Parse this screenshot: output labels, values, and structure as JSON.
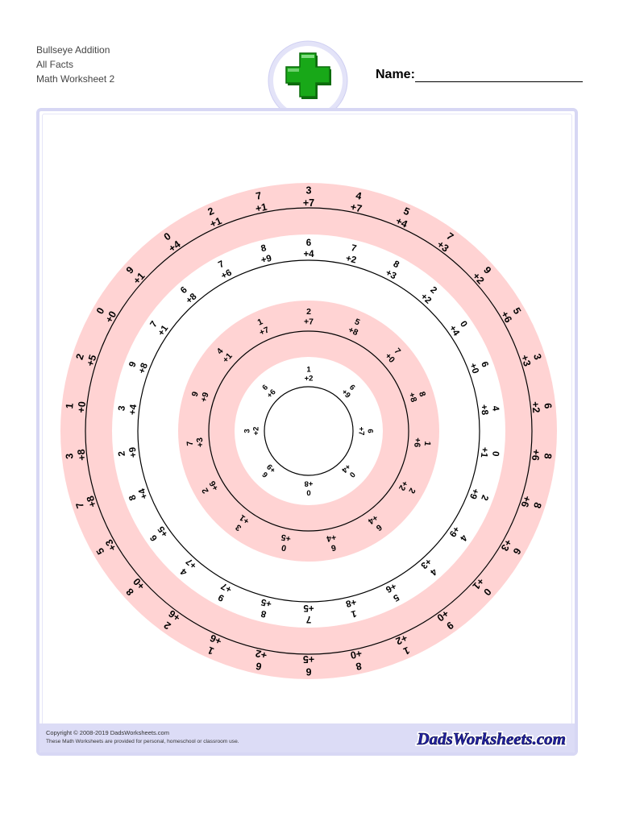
{
  "header": {
    "title": "Bullseye Addition",
    "subtitle": "All Facts",
    "worksheet": "Math Worksheet 2"
  },
  "name_label": "Name:",
  "badge": {
    "icon": "plus-icon",
    "color": "#16a316"
  },
  "footer": {
    "copyright": "Copyright © 2008-2019 DadsWorksheets.com",
    "disclaimer": "These Math Worksheets are provided for personal, homeschool or classroom use.",
    "logo_text": "DadsWorksheets.com"
  },
  "colors": {
    "ring_pink": "#ffd3d3",
    "frame": "#d7d7f4",
    "footer": "#dcdcf6",
    "logo": "#2222a0"
  },
  "rings": [
    {
      "problems": [
        [
          "3",
          "7"
        ],
        [
          "4",
          "7"
        ],
        [
          "5",
          "4"
        ],
        [
          "7",
          "3"
        ],
        [
          "9",
          "2"
        ],
        [
          "5",
          "6"
        ],
        [
          "3",
          "3"
        ],
        [
          "6",
          "2"
        ],
        [
          "8",
          "6"
        ],
        [
          "8",
          "6"
        ],
        [
          "6",
          "3"
        ],
        [
          "0",
          "1"
        ],
        [
          "9",
          "0"
        ],
        [
          "1",
          "2"
        ],
        [
          "8",
          "0"
        ],
        [
          "6",
          "5"
        ],
        [
          "6",
          "2"
        ],
        [
          "1",
          "6"
        ],
        [
          "2",
          "6"
        ],
        [
          "8",
          "0"
        ],
        [
          "5",
          "3"
        ],
        [
          "7",
          "8"
        ],
        [
          "3",
          "8"
        ],
        [
          "1",
          "0"
        ],
        [
          "2",
          "5"
        ],
        [
          "0",
          "0"
        ],
        [
          "9",
          "1"
        ],
        [
          "0",
          "4"
        ],
        [
          "2",
          "1"
        ],
        [
          "7",
          "1"
        ]
      ]
    },
    {
      "problems": [
        [
          "6",
          "4"
        ],
        [
          "7",
          "2"
        ],
        [
          "8",
          "3"
        ],
        [
          "2",
          "2"
        ],
        [
          "0",
          "4"
        ],
        [
          "6",
          "0"
        ],
        [
          "4",
          "8"
        ],
        [
          "0",
          "1"
        ],
        [
          "2",
          "9"
        ],
        [
          "4",
          "9"
        ],
        [
          "4",
          "3"
        ],
        [
          "5",
          "6"
        ],
        [
          "1",
          "8"
        ],
        [
          "7",
          "5"
        ],
        [
          "8",
          "5"
        ],
        [
          "9",
          "7"
        ],
        [
          "4",
          "7"
        ],
        [
          "6",
          "5"
        ],
        [
          "8",
          "4"
        ],
        [
          "2",
          "9"
        ],
        [
          "3",
          "4"
        ],
        [
          "9",
          "8"
        ],
        [
          "7",
          "1"
        ],
        [
          "6",
          "8"
        ],
        [
          "7",
          "6"
        ],
        [
          "8",
          "9"
        ]
      ]
    },
    {
      "problems": [
        [
          "2",
          "7"
        ],
        [
          "5",
          "8"
        ],
        [
          "7",
          "0"
        ],
        [
          "8",
          "8"
        ],
        [
          "1",
          "6"
        ],
        [
          "2",
          "2"
        ],
        [
          "6",
          "4"
        ],
        [
          "6",
          "4"
        ],
        [
          "0",
          "5"
        ],
        [
          "3",
          "1"
        ],
        [
          "2",
          "6"
        ],
        [
          "7",
          "3"
        ],
        [
          "9",
          "9"
        ],
        [
          "4",
          "1"
        ],
        [
          "1",
          "7"
        ]
      ]
    },
    {
      "problems": [
        [
          "1",
          "2"
        ],
        [
          "6",
          "9"
        ],
        [
          "6",
          "7"
        ],
        [
          "0",
          "4"
        ],
        [
          "0",
          "8"
        ],
        [
          "6",
          "9"
        ],
        [
          "3",
          "2"
        ],
        [
          "6",
          "6"
        ]
      ]
    }
  ]
}
